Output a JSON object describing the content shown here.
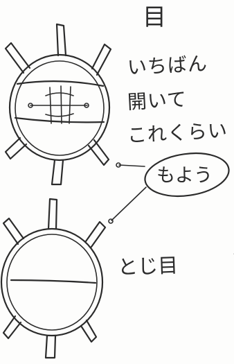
{
  "sketch": {
    "title_glyph": "目",
    "note_lines": [
      "いちばん",
      "開いて",
      "これくらい"
    ],
    "pattern_label": "もよう",
    "closed_eye_label": "とじ目",
    "edge_mark": "〈",
    "ink_color": "#2b2b2b",
    "paper_color": "#fdfdfc"
  }
}
